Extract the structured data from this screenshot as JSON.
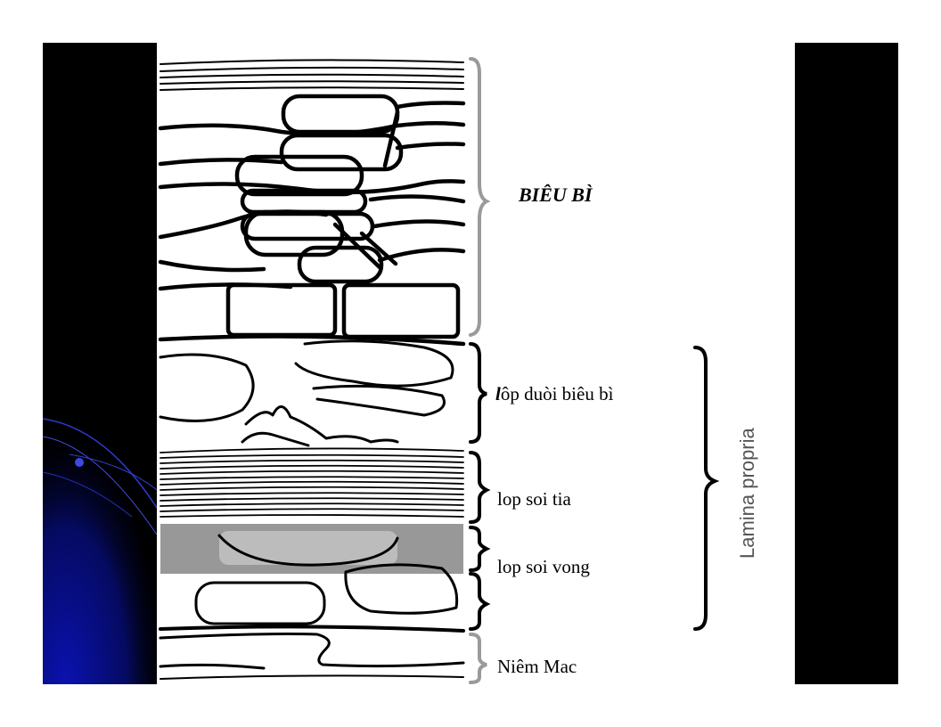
{
  "labels": {
    "bieu_bi": "BIÊU BÌ",
    "duoi_first": "l",
    "duoi_rest": "ôp duòi biêu bì",
    "soi_tia": "lop soi tia",
    "soi_vong": "lop soi vong",
    "niem_mac": "Niêm Mac",
    "lamina": "Lamina propria"
  },
  "colors": {
    "panel": "#000000",
    "accent_blue": "#0a12b0",
    "bracket_gray": "#9a9a9a",
    "bracket_black": "#000000"
  }
}
